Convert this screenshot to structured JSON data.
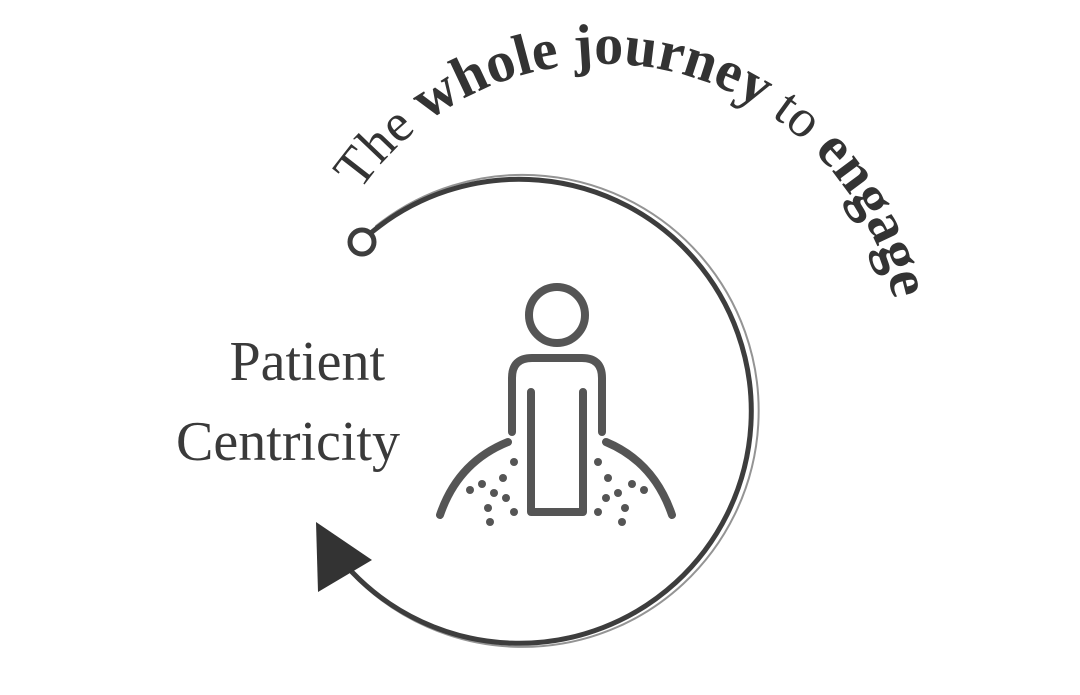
{
  "arc_title": {
    "segments": [
      {
        "text": "The ",
        "weight": "normal"
      },
      {
        "text": "whole journey",
        "weight": "bold"
      },
      {
        "text": " to ",
        "weight": "normal"
      },
      {
        "text": "engage",
        "weight": "bold"
      }
    ]
  },
  "center_label": {
    "line1": "Patient",
    "line2": "Centricity"
  },
  "colors": {
    "ink": "#333333",
    "icon": "#555555",
    "background": "#ffffff"
  },
  "icons": [
    "person-icon",
    "ground-arc-icon",
    "dotted-roots-icon",
    "arrowhead-icon"
  ]
}
